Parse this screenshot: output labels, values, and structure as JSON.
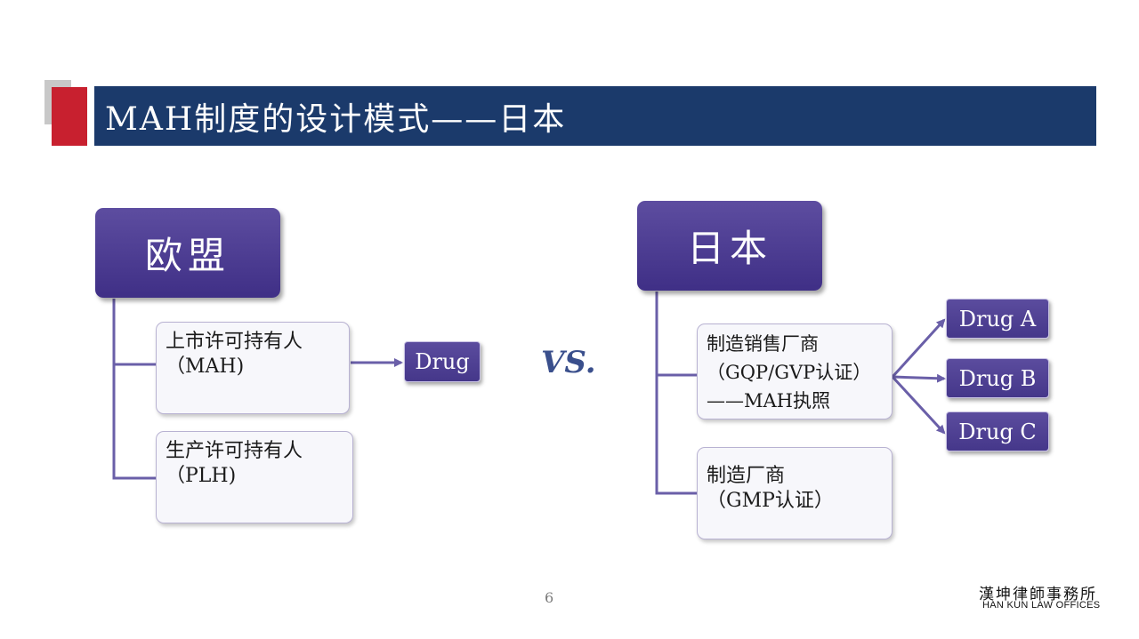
{
  "title": "MAH制度的设计模式——日本",
  "left": {
    "header": "欧盟",
    "items": [
      {
        "line1": "上市许可持有人",
        "line2": "（MAH)"
      },
      {
        "line1": "生产许可持有人",
        "line2": "（PLH)"
      }
    ],
    "drug": "Drug"
  },
  "vs": "VS.",
  "right": {
    "header": "日本",
    "items": [
      {
        "line1": "制造销售厂商",
        "line2": "（GQP/GVP认证）",
        "line3": "——MAH执照"
      },
      {
        "line1": "制造厂商",
        "line2": "（GMP认证）"
      }
    ],
    "drugs": [
      "Drug A",
      "Drug B",
      "Drug C"
    ]
  },
  "footer": {
    "page_number": "6",
    "firm_cn": "漢坤律師事務所",
    "firm_en": "HAN KUN LAW OFFICES"
  },
  "colors": {
    "title_bar": "#1b3a6b",
    "accent_red": "#c8202f",
    "header_box": "#4a3a90",
    "connector": "#6a5fa8"
  }
}
